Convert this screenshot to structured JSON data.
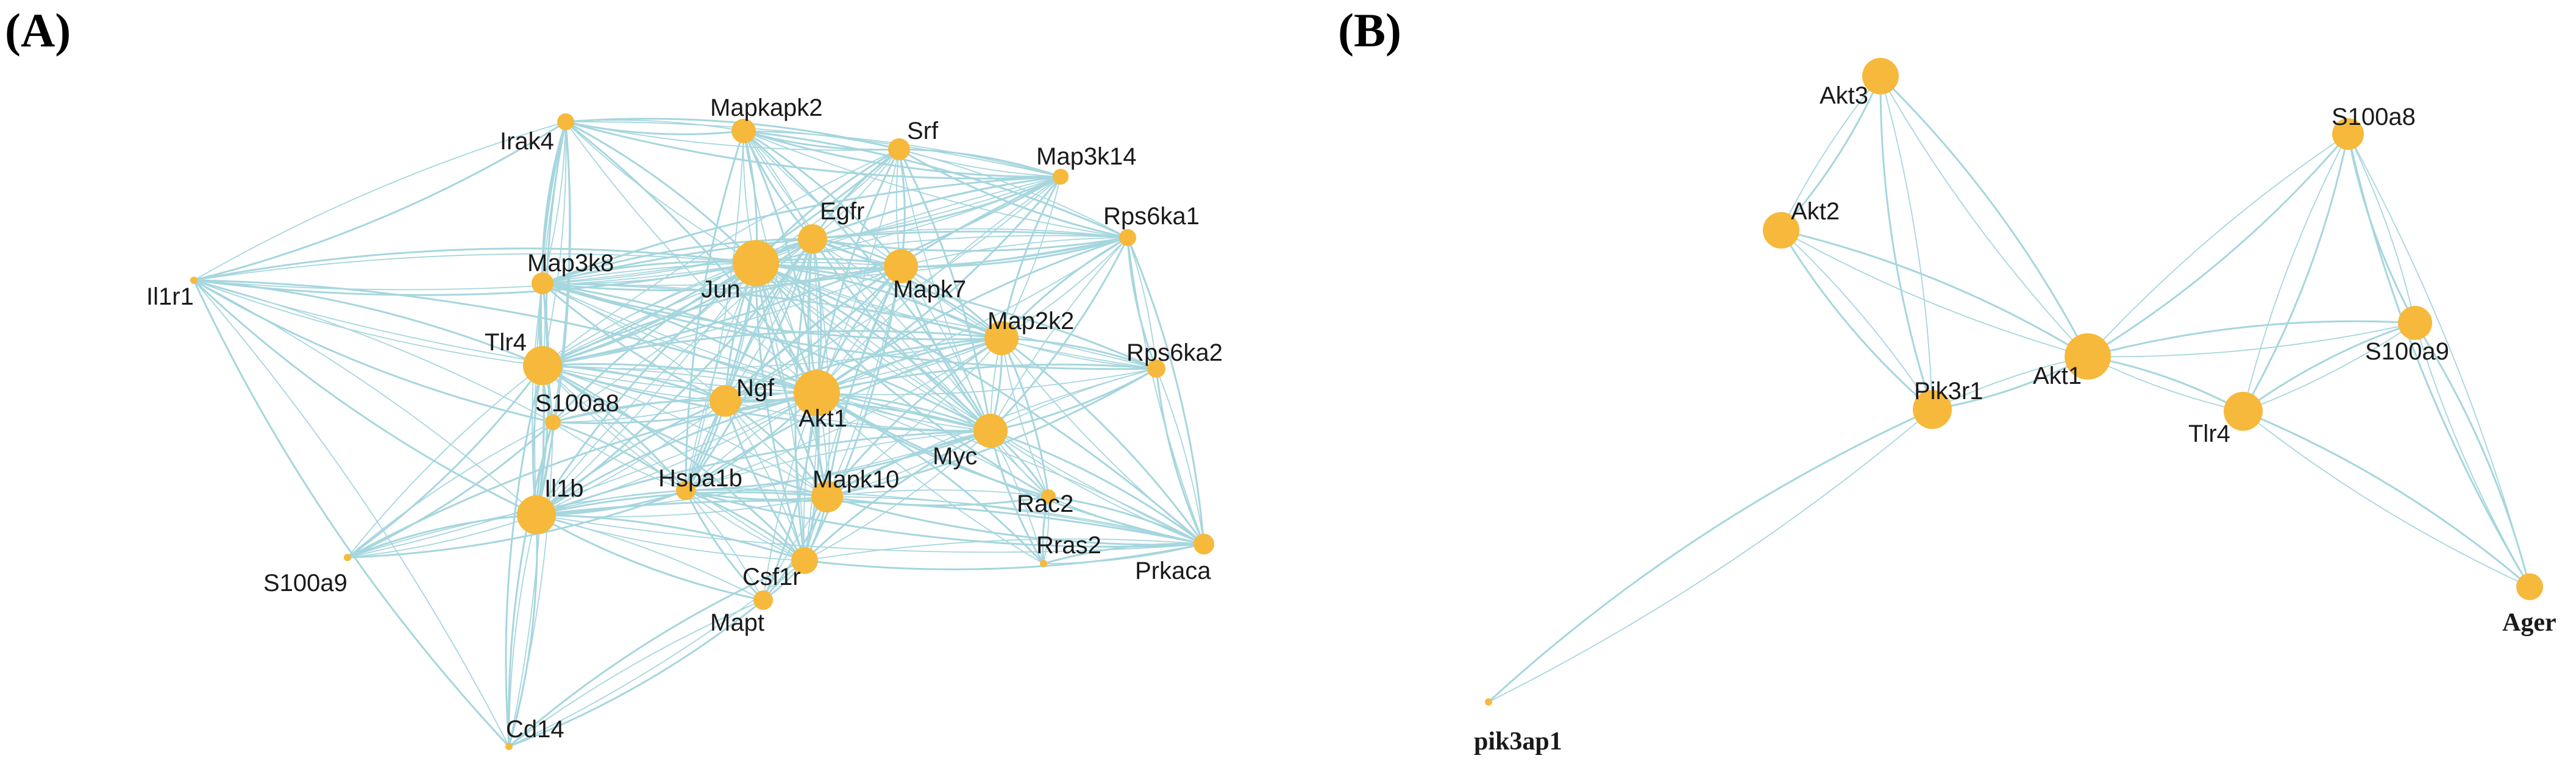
{
  "panels": [
    {
      "id": "A",
      "label": "(A)",
      "nodes": [
        {
          "id": "Irak4",
          "label": "Irak4"
        },
        {
          "id": "Mapkapk2",
          "label": "Mapkapk2"
        },
        {
          "id": "Srf",
          "label": "Srf"
        },
        {
          "id": "Map3k14",
          "label": "Map3k14"
        },
        {
          "id": "Rps6ka1",
          "label": "Rps6ka1"
        },
        {
          "id": "Egfr",
          "label": "Egfr"
        },
        {
          "id": "Jun",
          "label": "Jun"
        },
        {
          "id": "Mapk7",
          "label": "Mapk7"
        },
        {
          "id": "Map3k8",
          "label": "Map3k8"
        },
        {
          "id": "Il1r1",
          "label": "Il1r1"
        },
        {
          "id": "Tlr4",
          "label": "Tlr4"
        },
        {
          "id": "Map2k2",
          "label": "Map2k2"
        },
        {
          "id": "Rps6ka2",
          "label": "Rps6ka2"
        },
        {
          "id": "Ngf",
          "label": "Ngf"
        },
        {
          "id": "Akt1",
          "label": "Akt1"
        },
        {
          "id": "S100a8",
          "label": "S100a8"
        },
        {
          "id": "Myc",
          "label": "Myc"
        },
        {
          "id": "Hspa1b",
          "label": "Hspa1b"
        },
        {
          "id": "Mapk10",
          "label": "Mapk10"
        },
        {
          "id": "Il1b",
          "label": "Il1b"
        },
        {
          "id": "Rac2",
          "label": "Rac2"
        },
        {
          "id": "Rras2",
          "label": "Rras2"
        },
        {
          "id": "Prkaca",
          "label": "Prkaca"
        },
        {
          "id": "Csf1r",
          "label": "Csf1r"
        },
        {
          "id": "S100a9",
          "label": "S100a9"
        },
        {
          "id": "Mapt",
          "label": "Mapt"
        },
        {
          "id": "Cd14",
          "label": "Cd14"
        }
      ]
    },
    {
      "id": "B",
      "label": "(B)",
      "nodes": [
        {
          "id": "Akt3",
          "label": "Akt3"
        },
        {
          "id": "Akt2",
          "label": "Akt2"
        },
        {
          "id": "S100a8",
          "label": "S100a8"
        },
        {
          "id": "S100a9",
          "label": "S100a9"
        },
        {
          "id": "Akt1",
          "label": "Akt1"
        },
        {
          "id": "Pik3r1",
          "label": "Pik3r1"
        },
        {
          "id": "Tlr4",
          "label": "Tlr4"
        },
        {
          "id": "Ager",
          "label": "Ager"
        },
        {
          "id": "pik3ap1",
          "label": "pik3ap1"
        }
      ],
      "edges": [
        [
          "Akt3",
          "Akt2"
        ],
        [
          "Akt3",
          "Pik3r1"
        ],
        [
          "Akt3",
          "Akt1"
        ],
        [
          "Akt2",
          "Pik3r1"
        ],
        [
          "Akt2",
          "Akt1"
        ],
        [
          "Pik3r1",
          "Akt1"
        ],
        [
          "Akt1",
          "Tlr4"
        ],
        [
          "Akt1",
          "S100a8"
        ],
        [
          "Akt1",
          "S100a9"
        ],
        [
          "Tlr4",
          "S100a8"
        ],
        [
          "Tlr4",
          "S100a9"
        ],
        [
          "S100a8",
          "S100a9"
        ],
        [
          "Tlr4",
          "Ager"
        ],
        [
          "S100a8",
          "Ager"
        ],
        [
          "S100a9",
          "Ager"
        ],
        [
          "Pik3r1",
          "pik3ap1"
        ]
      ]
    }
  ],
  "colors": {
    "node": "#f6b93b",
    "edge": "#a6d6de",
    "background": "#ffffff"
  }
}
